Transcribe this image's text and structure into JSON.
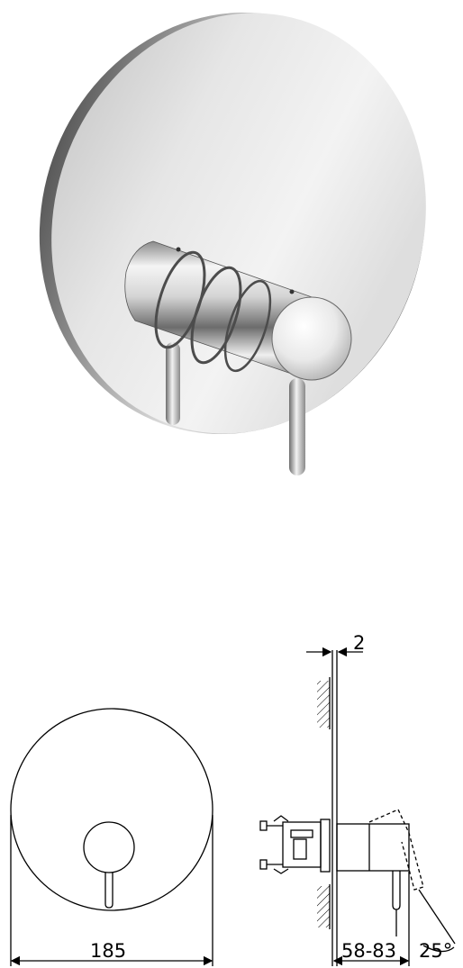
{
  "dimensions": {
    "plate_diameter": "185",
    "plate_thickness": "2",
    "wall_depth_range": "58-83",
    "lever_angle": "25°"
  },
  "colors": {
    "line": "#000000",
    "chrome_light": "#f4f4f4",
    "chrome_mid": "#cfcfcf",
    "chrome_dark": "#6f6f6f",
    "background": "#ffffff"
  }
}
